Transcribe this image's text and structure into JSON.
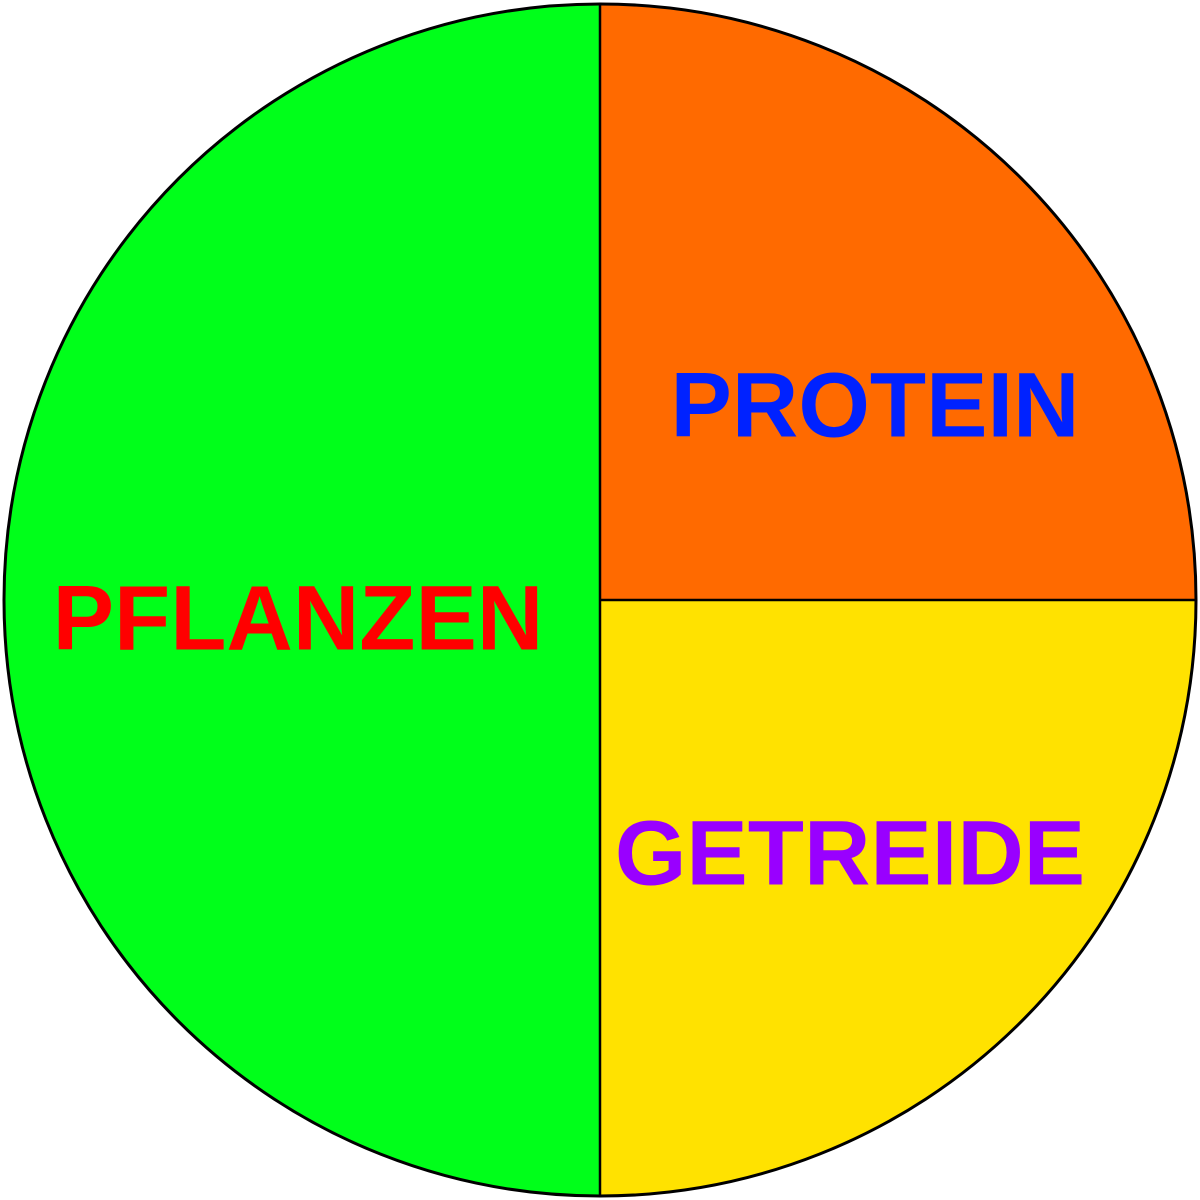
{
  "chart_data": {
    "type": "pie",
    "title": "",
    "slices": [
      {
        "label": "PFLANZEN",
        "value": 50,
        "fill": "#00ff1a",
        "label_color": "#ff0000"
      },
      {
        "label": "PROTEIN",
        "value": 25,
        "fill": "#ff6a00",
        "label_color": "#0022ff"
      },
      {
        "label": "GETREIDE",
        "value": 25,
        "fill": "#ffe200",
        "label_color": "#9900ff"
      }
    ],
    "outline_color": "#000000"
  }
}
